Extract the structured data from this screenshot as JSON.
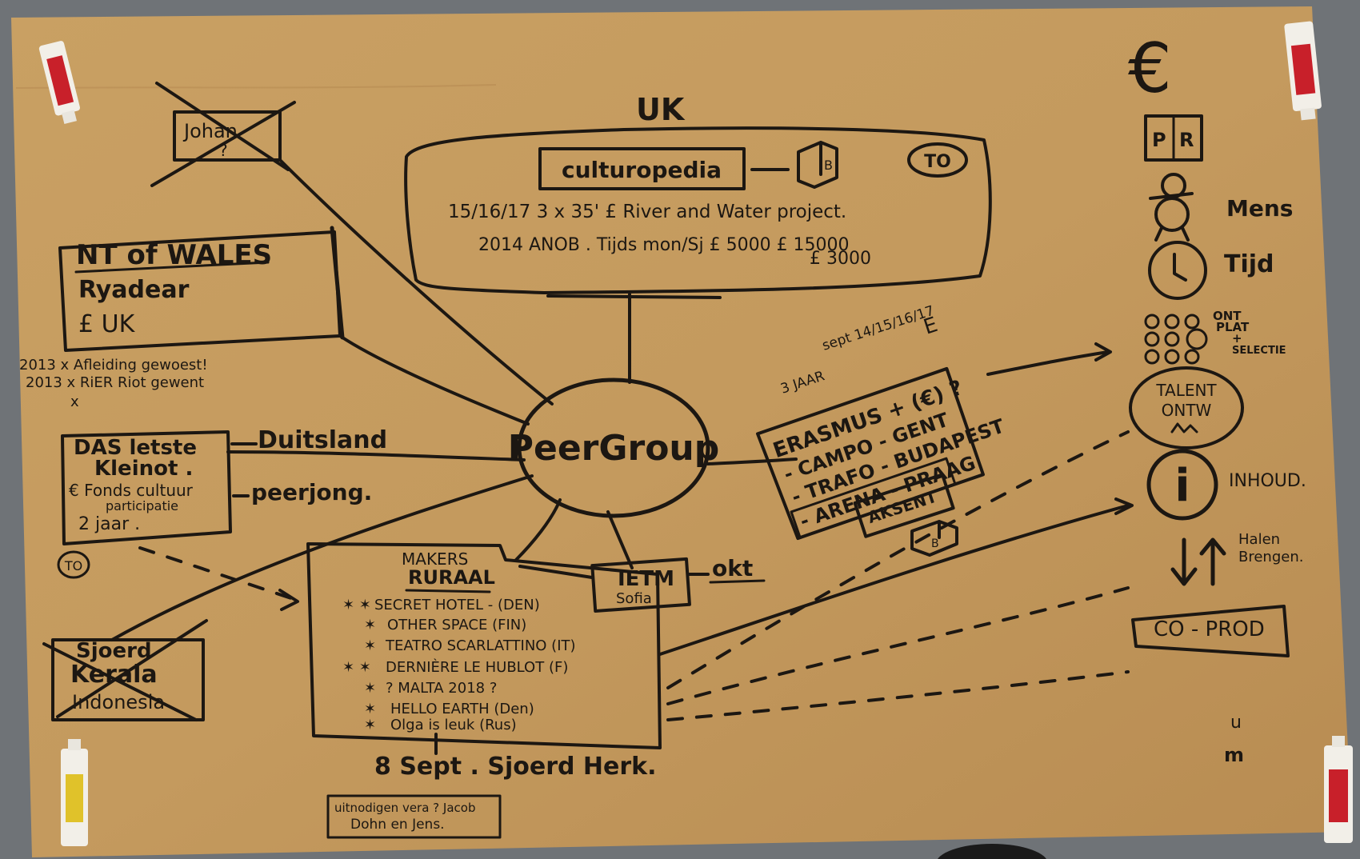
{
  "center": {
    "title": "PeerGroup"
  },
  "uk": {
    "heading": "UK",
    "box_title": "culturopedia",
    "book_letter": "B",
    "to_badge": "TO",
    "line1": "15/16/17  3 x 35' £  River and Water project.",
    "line2": "2014   ANOB . Tijds  mon/Sj  £ 5000 £ 15000",
    "line3": "£ 3000"
  },
  "crossed_note": {
    "line1": "Johan",
    "line2": "?"
  },
  "wales": {
    "line1": "NT of WALES",
    "line2": "Ryadear",
    "line3": "£  UK",
    "note1": "2013 x Afleiding gewoest!",
    "note2": "2013 x RiER Riot gewent",
    "note3": "x"
  },
  "das": {
    "line1": "DAS letste",
    "line2": "Kleinot .",
    "line3": "€  Fonds cultuur",
    "line4": "participatie",
    "line5": "2 jaar .",
    "to_badge": "TO",
    "side1": "Duitsland",
    "side2": "peerjong."
  },
  "sjoerd": {
    "line1": "Sjoerd",
    "line2": "Kerala",
    "line3": "Indonesia"
  },
  "makers": {
    "title1": "MAKERS",
    "title2": "RURAAL",
    "items": [
      "SECRET HOTEL - (DEN)",
      "OTHER SPACE    (FIN)",
      "TEATRO SCARLATTINO   (IT)",
      "DERNIÈRE LE HUBLOT  (F)",
      "? MALTA  2018 ?",
      "HELLO EARTH (Den)",
      "Olga is leuk  (Rus)"
    ],
    "bottom": "8 Sept . Sjoerd Herk.",
    "invite1": "uitnodigen  vera ? Jacob",
    "invite2": "Dohn en Jens."
  },
  "ietm": {
    "line1": "IETM",
    "line2": "Sofia",
    "side": "okt"
  },
  "erasmus": {
    "top1": "3 JAAR",
    "top2": "sept 14/15/16/17",
    "top3": "E",
    "line1": "ERASMUS + (€) ?",
    "line2": "- CAMPO - GENT",
    "line3": "- TRAFO - BUDAPEST",
    "line4": "- ARENA - PRAAG",
    "box": "AKSENT",
    "book_letter": "B"
  },
  "legend": {
    "euro": "€",
    "pr": [
      "P",
      "R"
    ],
    "mens": "Mens",
    "tijd": "Tijd",
    "dots_label1": "ONT",
    "dots_label2": "PLAT",
    "dots_label3": "+",
    "dots_label4": "SELECTIE",
    "talent1": "TALENT",
    "talent2": "ONTW",
    "info_glyph": "i",
    "inhoud": "INHOUD.",
    "halen1": "Halen",
    "halen2": "Brengen.",
    "coprod": "CO - PROD",
    "scribble1": "u",
    "scribble2": "m"
  },
  "colors": {
    "paper": "#c49a5e",
    "paper_shade": "#b58a50",
    "ink": "#1c1712",
    "floor": "#6f7377",
    "tube_red": "#c8202a",
    "tube_yellow": "#e0c22a"
  }
}
